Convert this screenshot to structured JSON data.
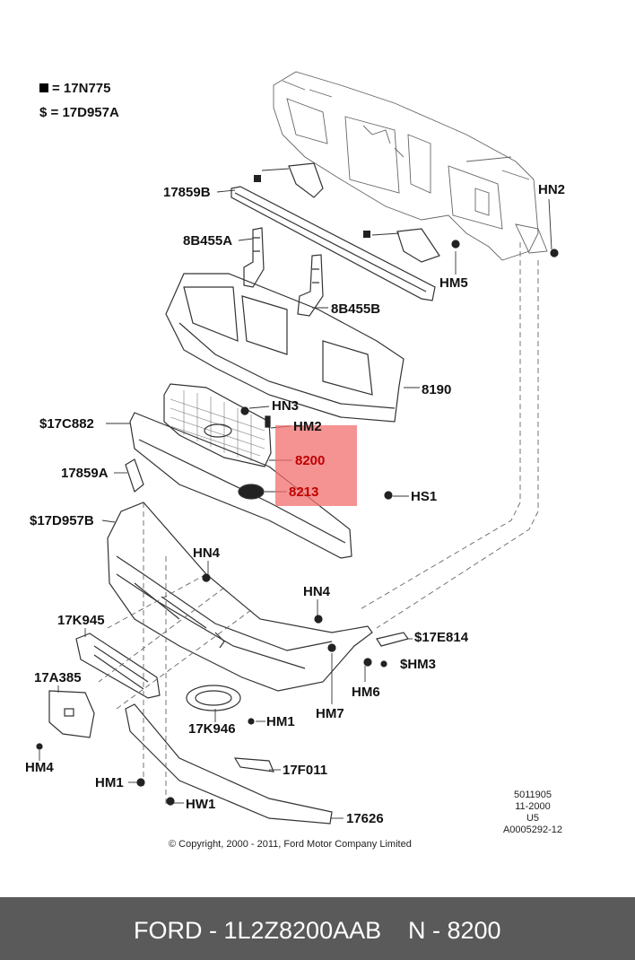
{
  "legend": [
    {
      "symbol": "square-icon",
      "text": "= 17N775"
    },
    {
      "symbol": "$",
      "text": "= 17D957A"
    }
  ],
  "callouts": {
    "c17859B": "17859B",
    "c8B455A": "8B455A",
    "c8B455B": "8B455B",
    "c8190": "8190",
    "cHN2": "HN2",
    "cHM5": "HM5",
    "cHN3": "HN3",
    "cHM2": "HM2",
    "c8200": "8200",
    "c8213": "8213",
    "cHS1": "HS1",
    "c17C882": "$17C882",
    "c17859A": "17859A",
    "c17D957B": "$17D957B",
    "cHN4a": "HN4",
    "cHN4b": "HN4",
    "c17K945": "17K945",
    "c17E814": "$17E814",
    "cHM3": "$HM3",
    "cHM6": "HM6",
    "cHM7": "HM7",
    "c17A385": "17A385",
    "cHM1a": "HM1",
    "c17K946": "17K946",
    "c17F011": "17F011",
    "cHM4": "HM4",
    "cHM1b": "HM1",
    "cHW1": "HW1",
    "c17626": "17626"
  },
  "drawing_ref": [
    "5011905",
    "11-2000",
    "U5",
    "A0005292-12"
  ],
  "copyright": "© Copyright, 2000 - 2011, Ford Motor Company Limited",
  "footer": {
    "part": "FORD - 1L2Z8200AAB",
    "ref": "N - 8200"
  },
  "colors": {
    "highlight": "#f26d6d",
    "footer_bg": "#5a5a5a",
    "callout_red": "#c00000"
  }
}
